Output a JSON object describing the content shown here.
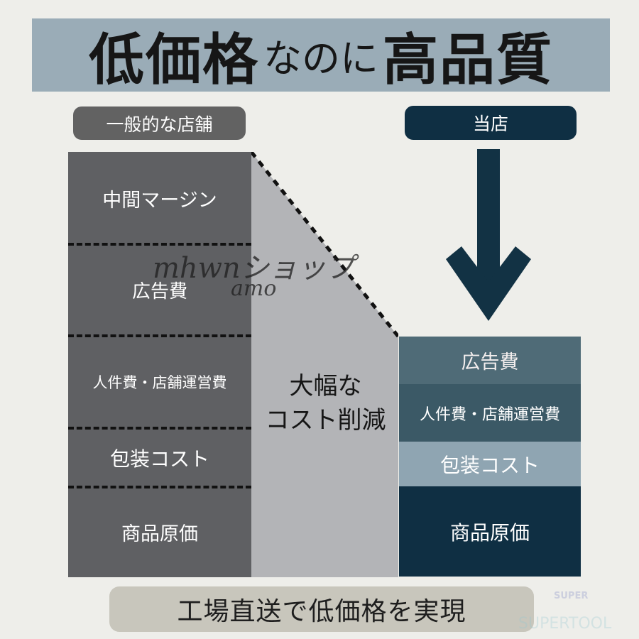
{
  "title": {
    "part1": "低価格",
    "connector": "なのに",
    "part2": "高品質"
  },
  "columns": {
    "general": {
      "label": "一般的な店舗",
      "layers": [
        {
          "label": "中間マージン"
        },
        {
          "label": "広告費"
        },
        {
          "label": "人件費・店舗運営費"
        },
        {
          "label": "包装コスト"
        },
        {
          "label": "商品原価"
        }
      ]
    },
    "ours": {
      "label": "当店",
      "layers": [
        {
          "label": "広告費"
        },
        {
          "label": "人件費・店舗運営費"
        },
        {
          "label": "包装コスト"
        },
        {
          "label": "商品原価"
        }
      ]
    }
  },
  "cost_cut": {
    "line1": "大幅な",
    "line2": "コスト削減"
  },
  "footer": {
    "text": "工場直送で低価格を実現"
  },
  "watermarks": {
    "shop": "mhwnショップ",
    "shop_sub": "amo",
    "brand_top": "SUPER",
    "brand_bottom": "SUPERTOOL"
  },
  "colors": {
    "banner": "#9aacb7",
    "general_dark": "#5f6063",
    "reduction_area": "#b3b4b7",
    "ours_ad": "#4f6b77",
    "ours_labor": "#3b5966",
    "ours_packaging": "#8fa5b2",
    "ours_cost": "#0f2f43",
    "footer": "#c8c6bc"
  }
}
